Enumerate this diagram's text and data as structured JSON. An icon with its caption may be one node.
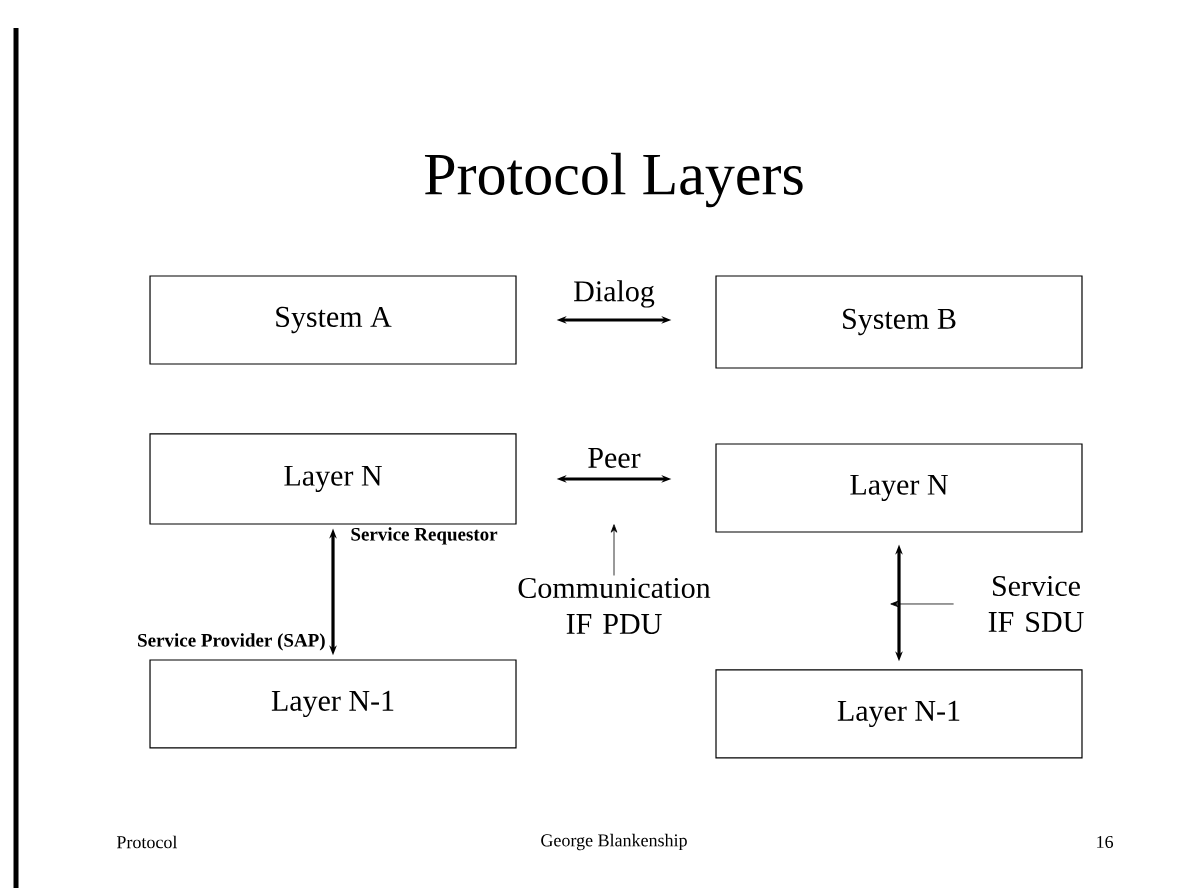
{
  "diagram": {
    "title": "Protocol Layers",
    "nodes": [
      {
        "text": [
          "System A"
        ]
      },
      {
        "text": [
          "System B"
        ]
      },
      {
        "text": [
          "Layer N"
        ]
      },
      {
        "text": [
          "Layer N"
        ]
      },
      {
        "text": [
          "Layer N-1"
        ]
      },
      {
        "text": [
          "Layer N-1"
        ]
      },
      {
        "text": [
          "Communication IF PDU"
        ]
      },
      {
        "text": [
          "Service IF SDU"
        ]
      }
    ],
    "edges": [
      {
        "from": 0,
        "to": 1,
        "arrow": "both",
        "label": "Dialog"
      },
      {
        "from": 2,
        "to": 3,
        "arrow": "both",
        "label": "Peer"
      },
      {
        "from": 2,
        "to": 4,
        "arrow": "both"
      },
      {
        "from": 3,
        "to": 5,
        "arrow": "both"
      },
      {
        "from": 6,
        "to": null,
        "arrow": "to"
      },
      {
        "from": 7,
        "to": null,
        "arrow": "to"
      }
    ],
    "labels": [
      "Service Requestor",
      "Service Provider (SAP)",
      "Protocol",
      "George Blankenship",
      "16"
    ]
  }
}
